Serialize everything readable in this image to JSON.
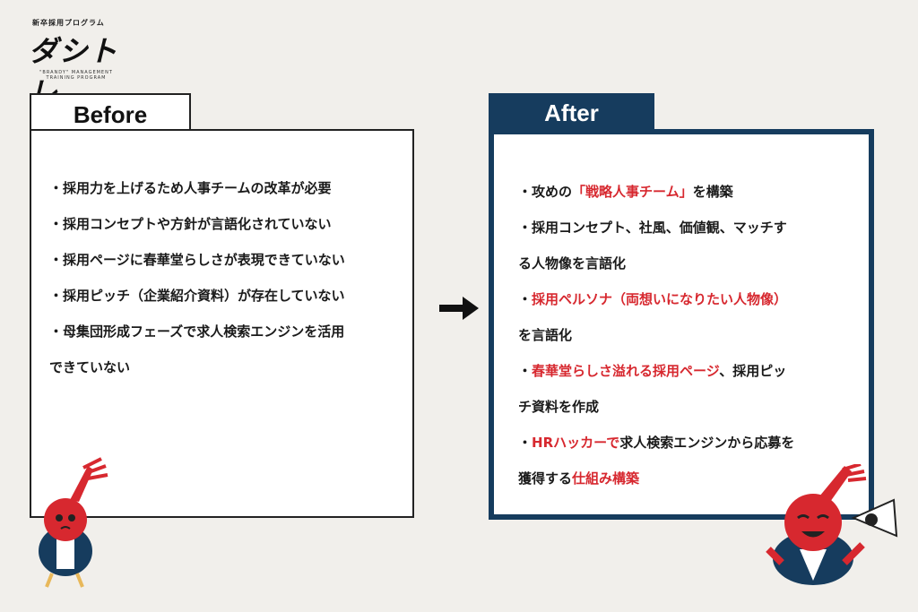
{
  "logo": {
    "tagline": "新卒採用プログラム",
    "name": "ダシトレ",
    "subtitle": "\"BRANDY\" MANAGEMENT TRAINING PROGRAM"
  },
  "before": {
    "label": "Before",
    "items": [
      "・採用力を上げるため人事チームの改革が必要",
      "・採用コンセプトや方針が言語化されていない",
      "・採用ページに春華堂らしさが表現できていない",
      "・採用ピッチ（企業紹介資料）が存在していない",
      "・母集団形成フェーズで求人検索エンジンを活用",
      "できていない"
    ]
  },
  "after": {
    "label": "After",
    "items": [
      [
        "・攻めの",
        "「戦略人事チーム」",
        "を構築"
      ],
      [
        "・採用コンセプト、社風、価値観、マッチす",
        "",
        ""
      ],
      [
        "る人物像を言語化",
        "",
        ""
      ],
      [
        "・",
        "採用ペルソナ（両想いになりたい人物像）",
        ""
      ],
      [
        "を言語化",
        "",
        ""
      ],
      [
        "・",
        "春華堂らしさ溢れる採用ページ",
        "、採用ピッ"
      ],
      [
        "チ資料を作成",
        "",
        ""
      ],
      [
        "・",
        "HRハッカーで",
        "求人検索エンジンから応募を"
      ],
      [
        "獲得する",
        "仕組み構築",
        ""
      ]
    ]
  },
  "colors": {
    "navy": "#163c5e",
    "highlight": "#d7282f",
    "background": "#f1efeb"
  },
  "icons": {
    "arrow": "arrow-right-icon",
    "mascot_before": "sad-bird-mascot",
    "mascot_after": "happy-bird-mascot"
  }
}
